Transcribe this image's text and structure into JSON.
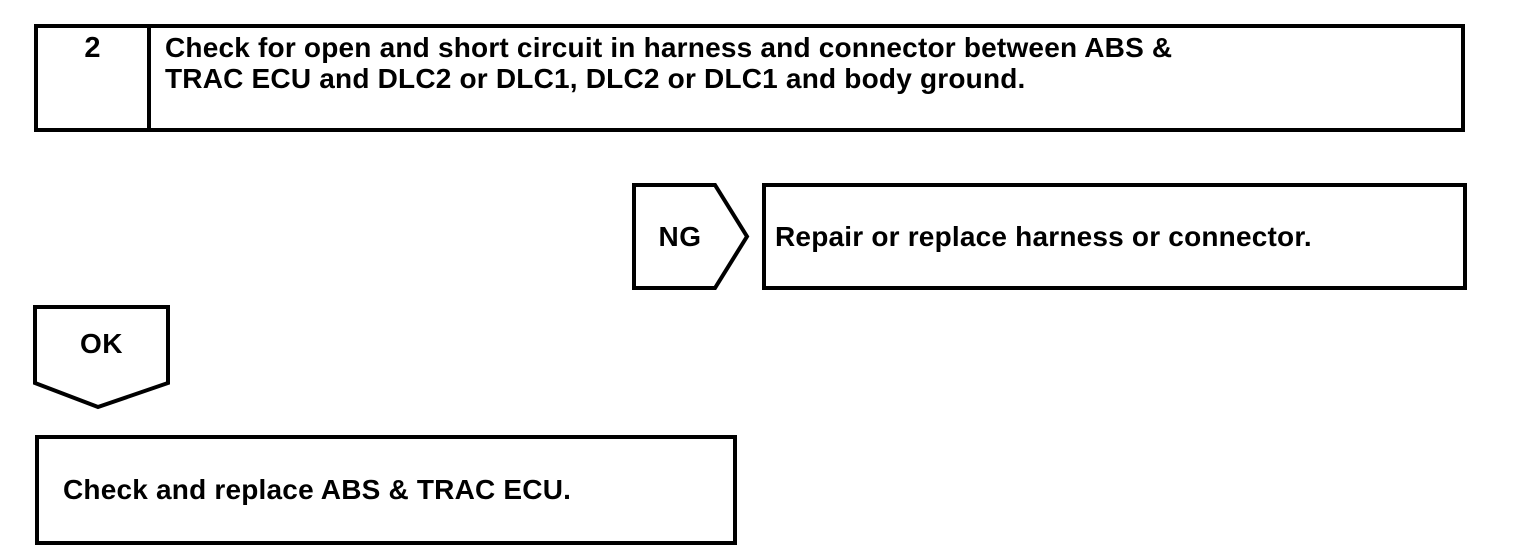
{
  "page": {
    "background_color": "#ffffff",
    "ink_color": "#000000"
  },
  "flowchart": {
    "step_box": {
      "number": "2",
      "instruction": "Check for open and short circuit in harness and connector between ABS &\nTRAC ECU and DLC2 or DLC1, DLC2 or DLC1 and body ground."
    },
    "ng_branch": {
      "connector_label": "NG",
      "action": "Repair or replace harness or connector."
    },
    "ok_branch": {
      "connector_label": "OK",
      "action": "Check and replace ABS & TRAC ECU."
    }
  }
}
